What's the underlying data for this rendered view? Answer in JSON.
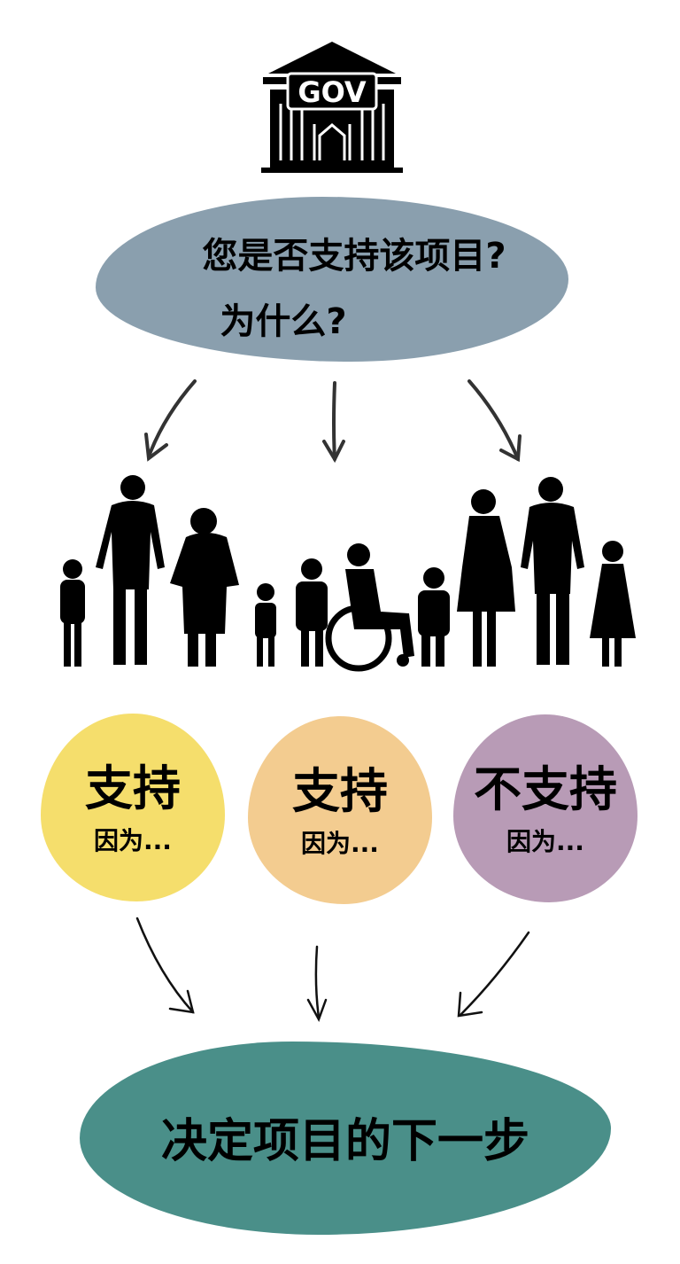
{
  "gov_icon": {
    "label": "GOV"
  },
  "question": {
    "line1": "您是否支持该项目?",
    "line2": "为什么?"
  },
  "options": [
    {
      "title": "支持",
      "reason": "因为...",
      "color": "#f5de6c"
    },
    {
      "title": "支持",
      "reason": "因为...",
      "color": "#f3cc90"
    },
    {
      "title": "不支持",
      "reason": "因为...",
      "color": "#b89bb6"
    }
  ],
  "result": {
    "label": "决定项目的下一步"
  },
  "colors": {
    "question_bg": "#8a9fae",
    "result_bg": "#4a8f89"
  }
}
